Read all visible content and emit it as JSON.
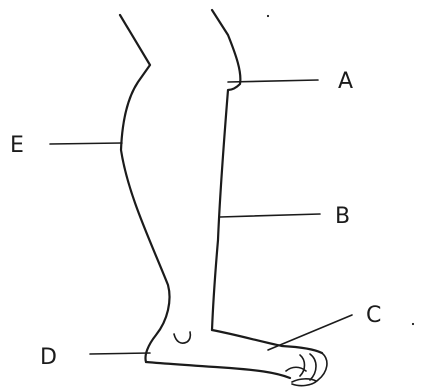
{
  "diagram": {
    "labels": {
      "a": "A",
      "b": "B",
      "c": "C",
      "d": "D",
      "e": "E"
    },
    "ink_color": "#1b1b1b",
    "background": "#ffffff"
  }
}
